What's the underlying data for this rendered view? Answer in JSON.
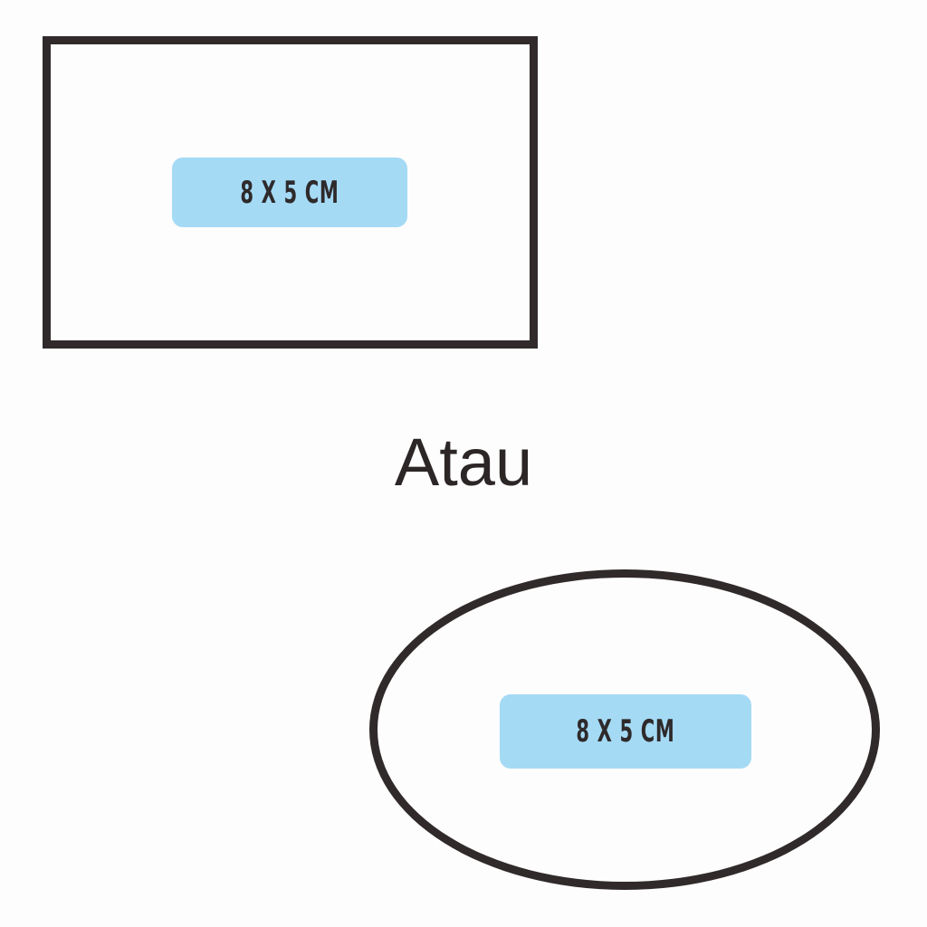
{
  "shapes": {
    "rectangle": {
      "label": "8 X 5 CM"
    },
    "oval": {
      "label": "8 X 5 CM"
    }
  },
  "divider": {
    "text": "Atau"
  },
  "colors": {
    "outline": "#302a2b",
    "label_fill": "#a5daf5",
    "text": "#2e2a2b",
    "background": "#fdfdfd"
  }
}
